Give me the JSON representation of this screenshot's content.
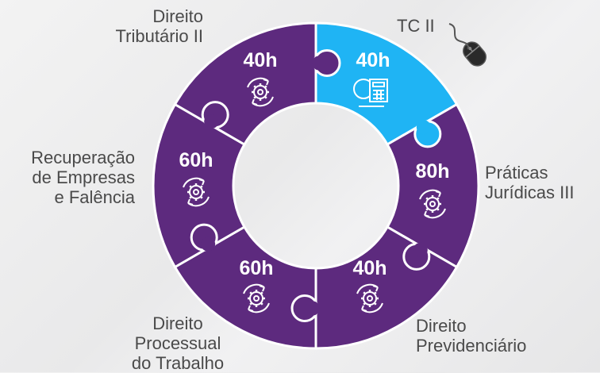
{
  "colors": {
    "purple": "#5d2a7e",
    "blue": "#1fb4f4",
    "label_text": "#4a4a4a",
    "white": "#ffffff"
  },
  "segments": [
    {
      "hours": "40h",
      "icon": "calculator-gear-icon",
      "color": "#1fb4f4",
      "label": "TC II"
    },
    {
      "hours": "80h",
      "icon": "gear-cycle-icon",
      "color": "#5d2a7e",
      "label": "Práticas\nJurídicas III"
    },
    {
      "hours": "40h",
      "icon": "gear-cycle-icon",
      "color": "#5d2a7e",
      "label": "Direito\nPrevidenciário"
    },
    {
      "hours": "60h",
      "icon": "gear-cycle-icon",
      "color": "#5d2a7e",
      "label": "Direito\nProcessual\ndo Trabalho"
    },
    {
      "hours": "60h",
      "icon": "gear-cycle-icon",
      "color": "#5d2a7e",
      "label": "Recuperação\nde Empresas\ne Falência"
    },
    {
      "hours": "40h",
      "icon": "gear-cycle-icon",
      "color": "#5d2a7e",
      "label": "Direito\nTributário II"
    }
  ],
  "decor": {
    "pointer": "mouse-icon"
  }
}
